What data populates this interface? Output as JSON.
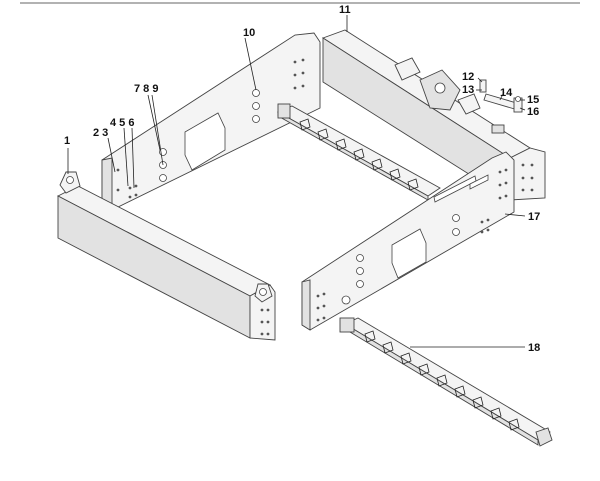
{
  "labels": {
    "l1": "1",
    "l2_3": "2 3",
    "l4_5_6": "4 5 6",
    "l7_8_9": "7 8 9",
    "l10": "10",
    "l11": "11",
    "l12": "12",
    "l13": "13",
    "l14": "14",
    "l15": "15",
    "l16": "16",
    "l17": "17",
    "l18": "18"
  }
}
